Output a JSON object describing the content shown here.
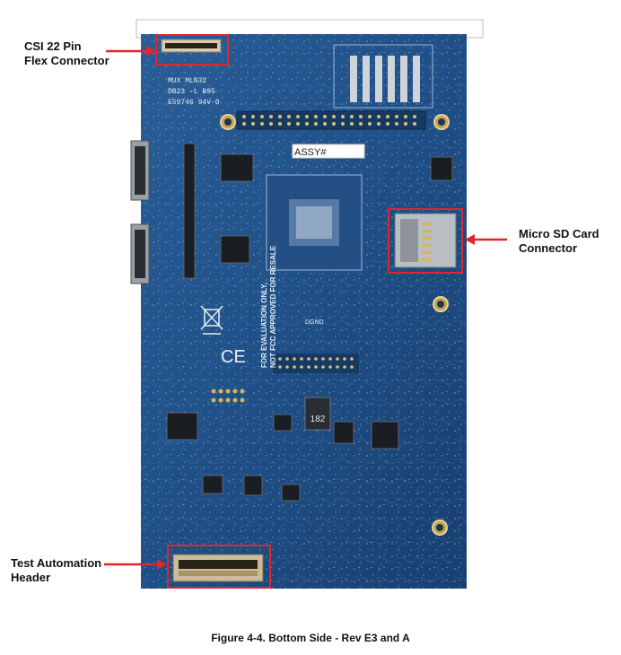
{
  "figure": {
    "caption": "Figure 4-4. Bottom Side - Rev E3 and A"
  },
  "callouts": {
    "csi": {
      "line1": "CSI 22 Pin",
      "line2": "Flex Connector"
    },
    "sd": {
      "line1": "Micro SD Card",
      "line2": "Connector"
    },
    "test": {
      "line1": "Test Automation",
      "line2": "Header"
    }
  },
  "board_markings": {
    "assy": "ASSY#",
    "chip_182": "182",
    "part_line1": "MUX MLN32",
    "part_line2": "DB23 -L B95",
    "part_line3": "E59746 94V-0",
    "eval_line1": "FOR EVALUATION ONLY,",
    "eval_line2": "NOT FCC APPROVED FOR RESALE",
    "ce": "CE",
    "dgnd": "DGND"
  },
  "colors": {
    "board": "#1f4f86",
    "highlight": "#e0262a",
    "text": "#111111"
  }
}
